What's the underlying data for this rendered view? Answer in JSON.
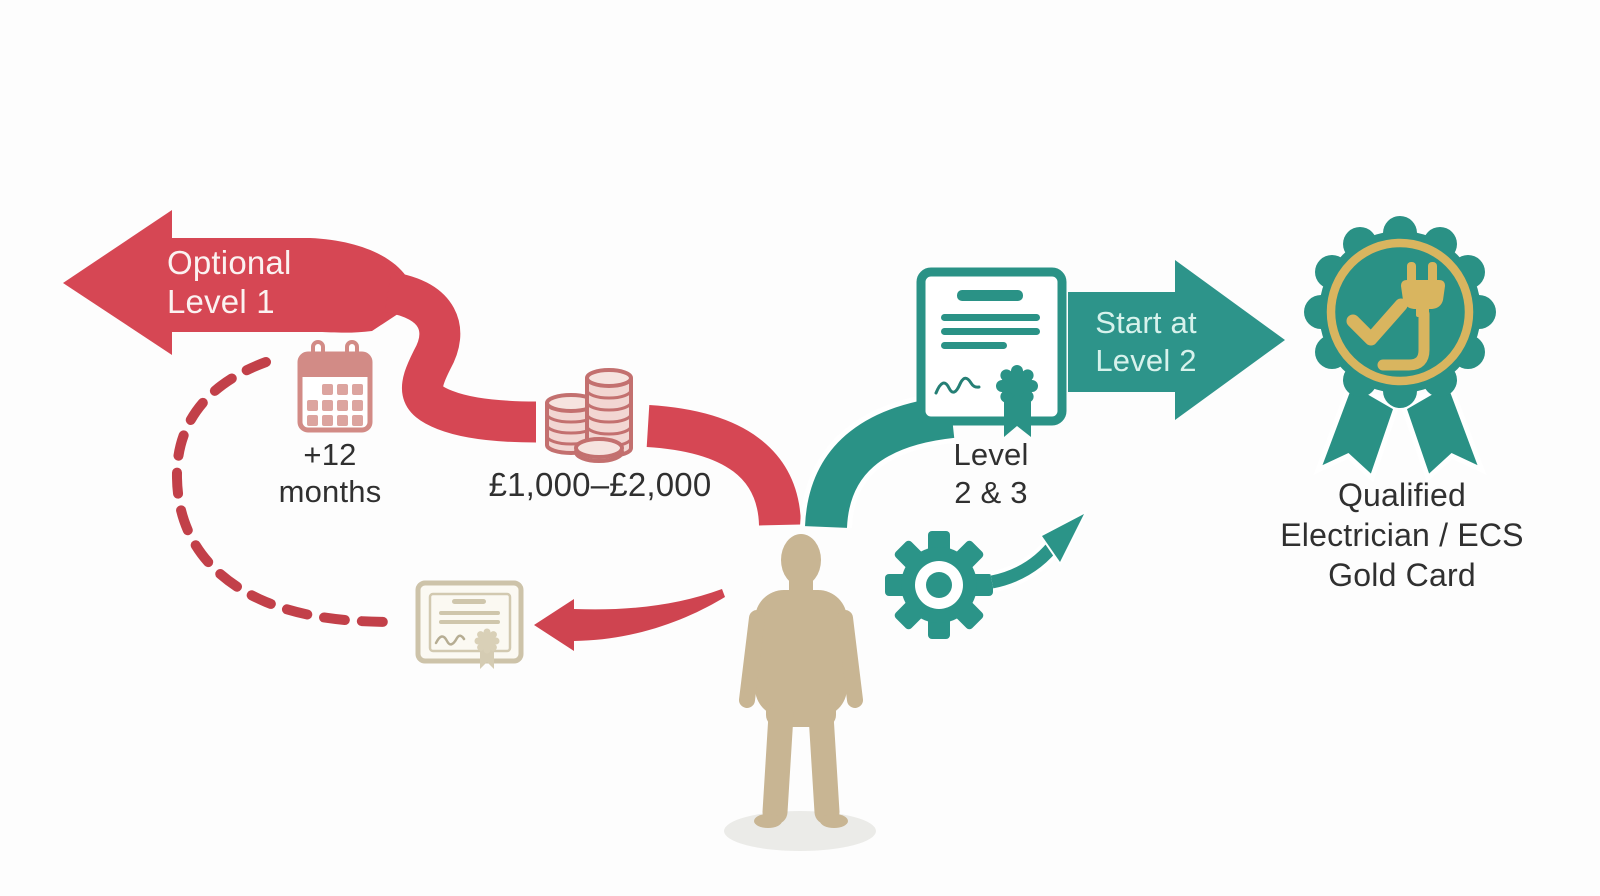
{
  "diagram": {
    "title": "Electrician qualification pathway",
    "background": "#fdfdfd",
    "palette": {
      "red": "#d64754",
      "red_dark": "#c24049",
      "salmon_outline": "#d28b86",
      "salmon_fill": "#dca49f",
      "teal": "#2a9286",
      "teal_dark": "#257f75",
      "gold": "#d9b55f",
      "tan_person": "#c8b593",
      "tan_cert": "#cdc3a9",
      "text_dark": "#303030",
      "text_on_red": "#fbf2f1",
      "text_on_teal": "#d7f2ec"
    },
    "labels": {
      "optional_level_1": "Optional\nLevel 1",
      "plus_12_months": "+12\nmonths",
      "cost_range": "£1,000–£2,000",
      "level_2_3": "Level\n2 & 3",
      "start_at_level_2": "Start at\nLevel 2",
      "qualified": "Qualified\nElectrician / ECS\nGold Card"
    },
    "icons": {
      "left_branch_arrow": "red-left-arrow-icon",
      "calendar": "calendar-icon",
      "coins": "coins-icon",
      "tan_certificate": "certificate-icon",
      "dashed_loop": "dashed-path-icon",
      "swoosh_arrow": "curved-left-arrow-icon",
      "person": "person-icon",
      "teal_diploma": "diploma-icon",
      "right_arrow": "start-level2-arrow-icon",
      "gear": "gear-icon",
      "gear_arrow": "up-right-arrow-icon",
      "badge": "rosette-badge-icon",
      "check": "check-icon",
      "plug": "plug-icon"
    }
  }
}
